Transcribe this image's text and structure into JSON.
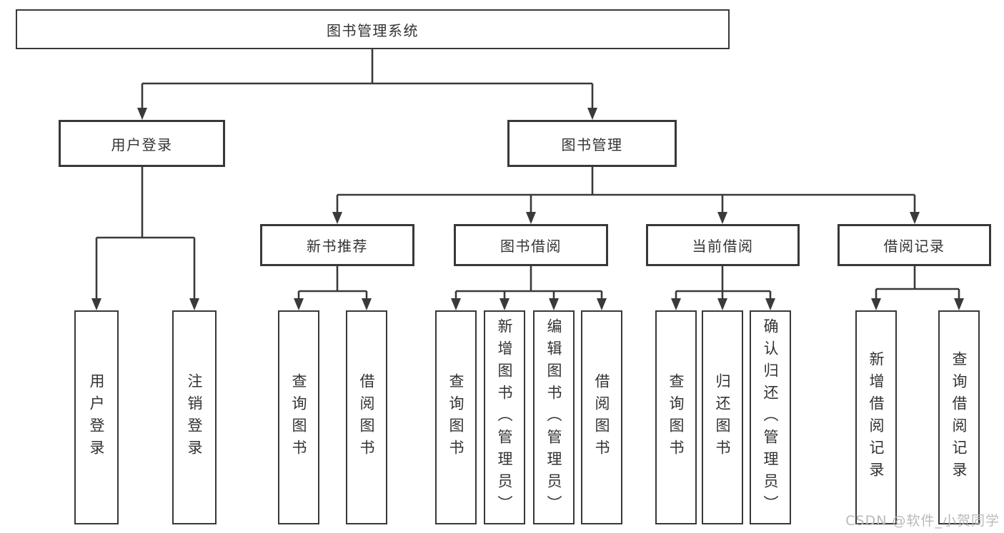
{
  "colors": {
    "line": "#3a3a3a",
    "text": "#333333",
    "box_background": "#ffffff",
    "watermark": "#b9b9b9"
  },
  "watermark": "CSDN @软件_小贺同学",
  "tree": {
    "root": {
      "label": "图书管理系统"
    },
    "branches": [
      {
        "label": "用户登录",
        "children": [
          {
            "label": "用户登录"
          },
          {
            "label": "注销登录"
          }
        ]
      },
      {
        "label": "图书管理",
        "groups": [
          {
            "label": "新书推荐",
            "children": [
              {
                "label": "查询图书"
              },
              {
                "label": "借阅图书"
              }
            ]
          },
          {
            "label": "图书借阅",
            "children": [
              {
                "label": "查询图书"
              },
              {
                "label": "新增图书（管理员）"
              },
              {
                "label": "编辑图书（管理员）"
              },
              {
                "label": "借阅图书"
              }
            ]
          },
          {
            "label": "当前借阅",
            "children": [
              {
                "label": "查询图书"
              },
              {
                "label": "归还图书"
              },
              {
                "label": "确认归还（管理员）"
              }
            ]
          },
          {
            "label": "借阅记录",
            "children": [
              {
                "label": "新增借阅记录"
              },
              {
                "label": "查询借阅记录"
              }
            ]
          }
        ]
      }
    ]
  }
}
